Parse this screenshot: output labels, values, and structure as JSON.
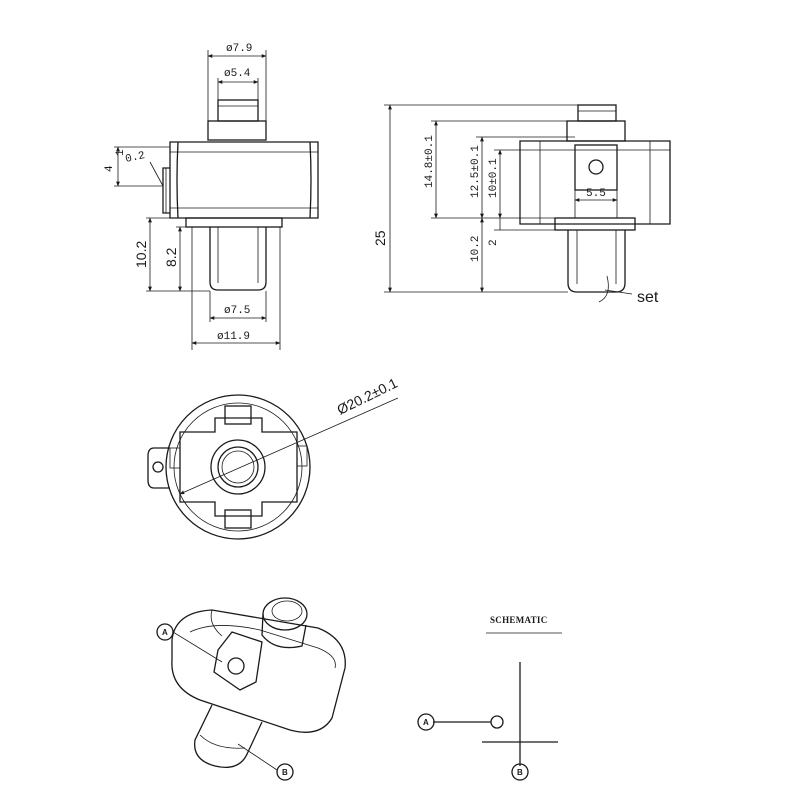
{
  "front_view": {
    "dim_top_outer": "ø7.9",
    "dim_top_inner": "ø5.4",
    "dim_tab_thickness": "0.2",
    "dim_tab_gap": "1",
    "dim_tab_height": "4",
    "dim_stem_total": "10.2",
    "dim_stem_inner": "8.2",
    "dim_stem_diameter": "ø7.5",
    "dim_base_diameter": "ø11.9"
  },
  "side_view": {
    "dim_total_height": "25",
    "dim_body_height": "14.8±0.1",
    "dim_upper_height": "12.5±0.1",
    "dim_terminal_height": "10±0.1",
    "dim_terminal_width": "5.5",
    "dim_lower_height": "10.2",
    "dim_step": "2",
    "label_set": "set"
  },
  "top_view": {
    "dim_diameter": "Ø20.2±0.1"
  },
  "iso_view": {
    "label_a": "A",
    "label_b": "B"
  },
  "schematic": {
    "title": "SCHEMATIC",
    "label_a": "A",
    "label_b": "B"
  }
}
